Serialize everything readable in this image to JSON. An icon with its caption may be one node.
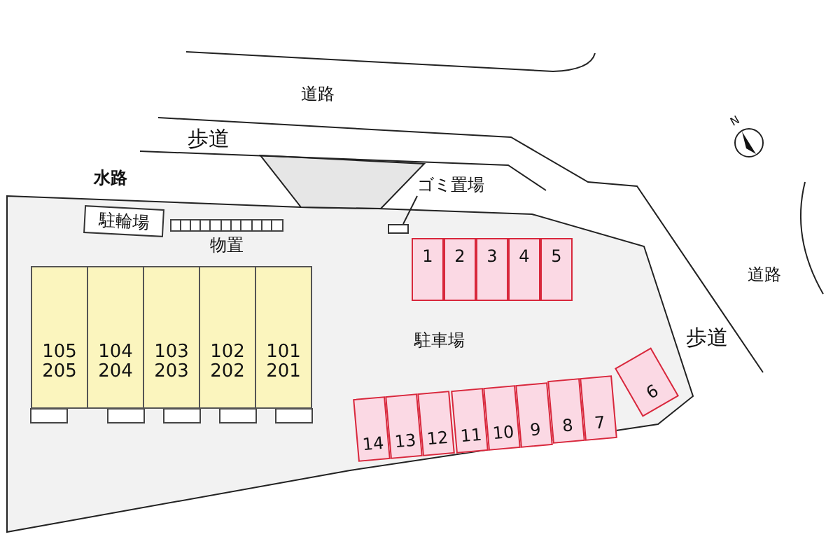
{
  "diagram": {
    "nodes": [
      {
        "text": [
          "駐輪場"
        ]
      },
      {
        "text": [
          "物置"
        ]
      },
      {
        "text": [
          "ゴミ置場"
        ]
      },
      {
        "text": [],
        "shape": "box"
      },
      {
        "text": [
          "105 205"
        ]
      },
      {
        "text": [
          "104 204"
        ]
      },
      {
        "text": [
          "103 203"
        ]
      },
      {
        "text": [
          "102 202"
        ]
      },
      {
        "text": [
          "101 201"
        ]
      },
      {
        "text": [
          "1"
        ]
      },
      {
        "text": [
          "2"
        ]
      },
      {
        "text": [
          "3"
        ]
      },
      {
        "text": [
          "4"
        ]
      },
      {
        "text": [
          "5"
        ]
      },
      {
        "text": [
          "14"
        ]
      },
      {
        "text": [
          "13"
        ]
      },
      {
        "text": [
          "12"
        ]
      },
      {
        "text": [
          "11"
        ]
      },
      {
        "text": [
          "10"
        ]
      },
      {
        "text": [
          "9"
        ]
      },
      {
        "text": [
          "8"
        ]
      },
      {
        "text": [
          "7"
        ]
      },
      {
        "text": [
          "6"
        ]
      }
    ],
    "edges": [
      {
        "from": 2,
        "to": 3,
        "arrow": "none"
      }
    ],
    "labels": [
      "道路",
      "歩道",
      "水路",
      "N",
      "駐車場",
      "道路",
      "歩道"
    ]
  }
}
